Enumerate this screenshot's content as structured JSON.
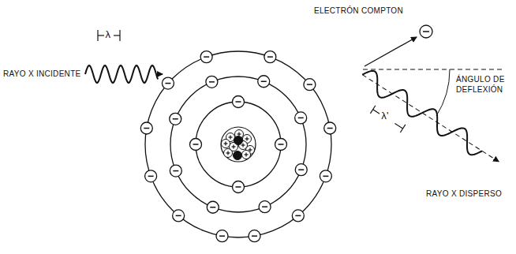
{
  "diagram": {
    "labels": [
      "λ",
      "RAYO X INCIDENTE",
      "ELECTRÓN COMPTON",
      "ÁNGULO DE DEFLEXIÓN",
      "λ'",
      "RAYO X DISPERSO"
    ]
  }
}
